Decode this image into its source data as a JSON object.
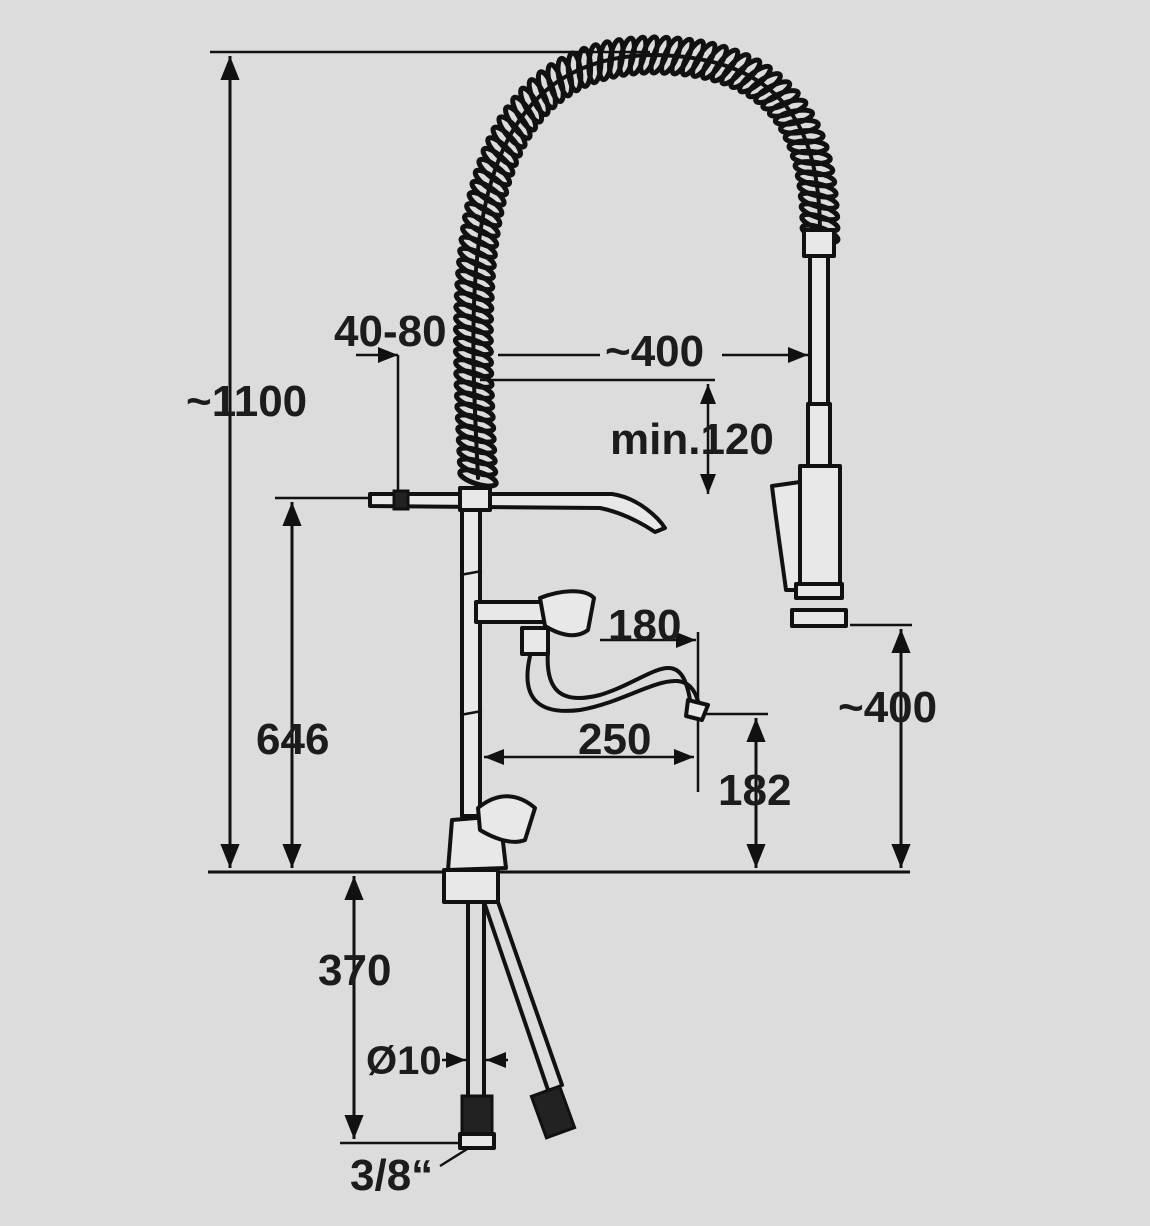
{
  "dimensions": {
    "total_height": "~1100",
    "hose_clearance": "40-80",
    "spray_reach": "~400",
    "min_height": "min.120",
    "spout_projection": "180",
    "spout_height_646": "646",
    "spout_reach": "250",
    "spout_outlet_height": "182",
    "spray_height": "~400",
    "supply_length": "370",
    "hose_diameter": "Ø10",
    "connection_thread": "3/8“"
  },
  "colors": {
    "background": "#dcdcdc",
    "line": "#111111"
  }
}
